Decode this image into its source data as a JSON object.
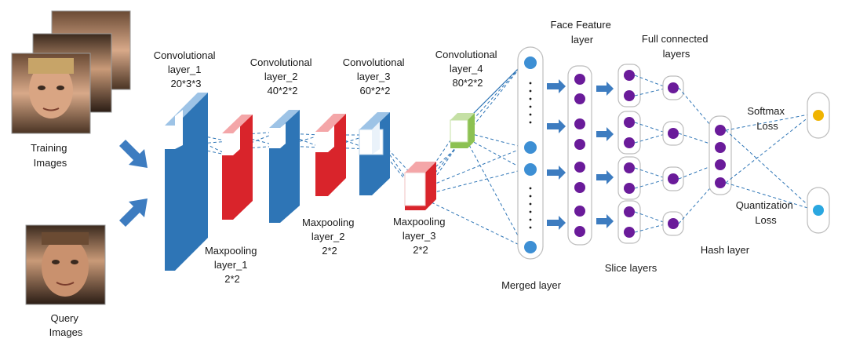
{
  "images": {
    "training_label": [
      "Training",
      "Images"
    ],
    "query_label": [
      "Query",
      "Images"
    ]
  },
  "layers": {
    "conv1": [
      "Convolutional",
      "layer_1",
      "20*3*3"
    ],
    "conv2": [
      "Convolutional",
      "layer_2",
      "40*2*2"
    ],
    "conv3": [
      "Convolutional",
      "layer_3",
      "60*2*2"
    ],
    "conv4": [
      "Convolutional",
      "layer_4",
      "80*2*2"
    ],
    "pool1": [
      "Maxpooling",
      "layer_1",
      "2*2"
    ],
    "pool2": [
      "Maxpooling",
      "layer_2",
      "2*2"
    ],
    "pool3": [
      "Maxpooling",
      "layer_3",
      "2*2"
    ],
    "merged": "Merged layer",
    "face_feature": [
      "Face Feature",
      "layer"
    ],
    "slice": "Slice layers",
    "full_connected": [
      "Full connected",
      "layers"
    ],
    "hash": "Hash layer",
    "softmax": [
      "Softmax",
      "Loss"
    ],
    "quantization": [
      "Quantization",
      "Loss"
    ]
  },
  "colors": {
    "conv_blue": "#2e75b6",
    "pool_red": "#d9242b",
    "conv4_green": "#8cc152",
    "node_blue": "#3d8fd4",
    "node_purple": "#6a1b9a",
    "arrow": "#3d7cc0",
    "softmax_node": "#f0b400",
    "quantization_node": "#2aa7e0"
  }
}
